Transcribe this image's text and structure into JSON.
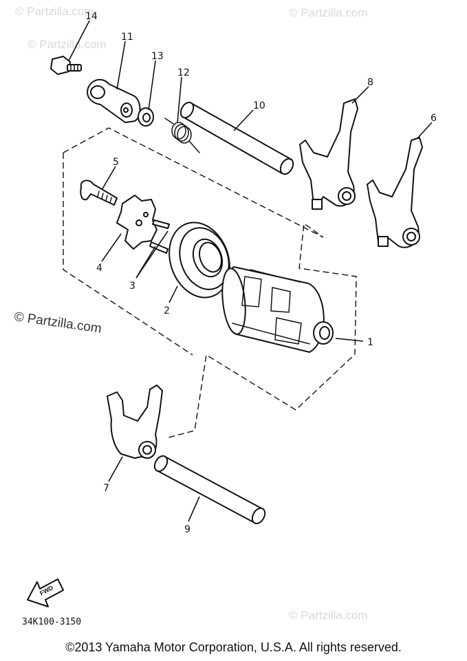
{
  "watermarks": {
    "top_left": "© Partzilla.com",
    "top_right": "© Partzilla.com",
    "upper_left": "© Partzilla.com",
    "mid_left": "© Partzilla.com",
    "bottom_right": "© Partzilla.com"
  },
  "callouts": {
    "p1": "1",
    "p2": "2",
    "p3": "3",
    "p4": "4",
    "p5": "5",
    "p6": "6",
    "p7": "7",
    "p8": "8",
    "p9": "9",
    "p10": "10",
    "p11": "11",
    "p12": "12",
    "p13": "13",
    "p14": "14"
  },
  "fwd_label": "FWD",
  "diagram_code": "34K100-3150",
  "copyright": "©2013  Yamaha Motor Corporation, U.S.A. All rights reserved."
}
